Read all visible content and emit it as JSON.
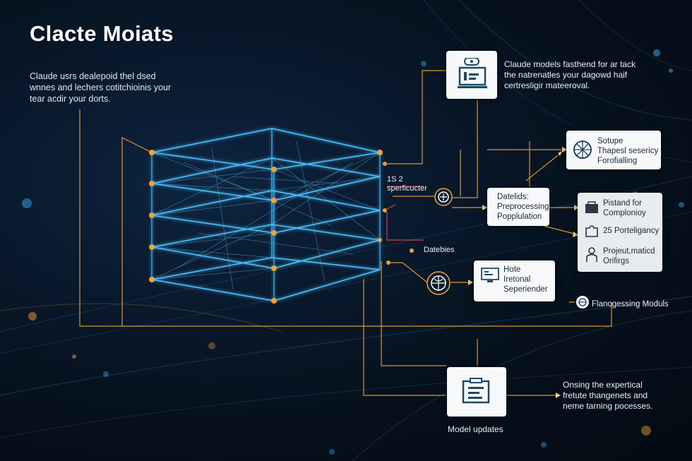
{
  "header": {
    "title": "Clacte Moiats"
  },
  "intro": {
    "line1": "Claude usrs dealepoid thel dsed",
    "line2": "wnnes and lechers cotitchioinis your",
    "line3": "tear acdir your dorts."
  },
  "top_note": {
    "line1": "Claude models fasthend for ar tack",
    "line2": "the natrenatles your dagowd haif",
    "line3": "certresligir mateeroval."
  },
  "side_label": {
    "line1": "1S 2",
    "line2": "sperficucter"
  },
  "datebies_label": "Datebies",
  "card_setup": {
    "line1": "Sotupe",
    "line2": "Thapesl sesericy",
    "line3": "Forofialling"
  },
  "card_preprocessing": {
    "line1": "Datelids:",
    "line2": "Preprocessing",
    "line3": "Popplulation"
  },
  "card_list": {
    "item1_line1": "Pistand for",
    "item1_line2": "Complonioy",
    "item2": "25 Porteligancy",
    "item3_line1": "Projeut,maticd",
    "item3_line2": "Orifirgs"
  },
  "card_hote": {
    "line1": "Hote",
    "line2": "Iretonal",
    "line3": "Seperiender"
  },
  "flanogessing_label": "Flanogessing Moduls",
  "card_model": {
    "label": "Model updates"
  },
  "bottom_note": {
    "line1": "Onsing the expertical",
    "line2": "fretute thangenets and",
    "line3": "neme tarning pocesses."
  },
  "colors": {
    "accent": "#f0a23a",
    "glow": "#3ab8ff",
    "card": "#f7f8fa",
    "icon": "#1e4a66"
  },
  "icons": {
    "top": "laptop-icon",
    "setup": "globe-icon",
    "processor": "chip-icon",
    "list1": "folder-icon",
    "list2": "puzzle-icon",
    "list3": "person-icon",
    "hote": "monitor-icon",
    "globe2": "globe-icon",
    "small": "network-icon",
    "model": "document-icon"
  }
}
